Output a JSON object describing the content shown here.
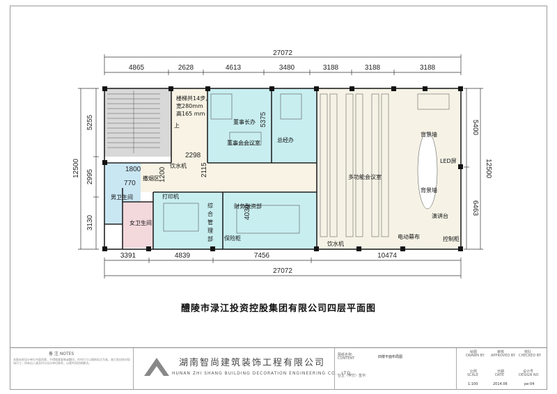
{
  "drawing": {
    "title": "醴陵市渌江投资控股集团有限公司四层平面图",
    "top_overall": "27072",
    "bottom_overall": "27072",
    "top_segments": [
      "4865",
      "2628",
      "4613",
      "3480",
      "3188",
      "3188",
      "3188"
    ],
    "bottom_segments": [
      "3391",
      "4839",
      "7456",
      "10474"
    ],
    "left_overall": "12500",
    "left_segments": [
      "5255",
      "2995",
      "3130"
    ],
    "right_overall": "12500",
    "right_segments": [
      "5400",
      "6463"
    ],
    "inner_dims": [
      "2298",
      "1800",
      "770",
      "2115",
      "1200",
      "5375",
      "4030"
    ],
    "rooms": {
      "stair_note_1": "楼梯共14步,",
      "stair_note_2": "宽280mm",
      "stair_note_3": "高165 mm",
      "stair_up": "上",
      "chairman_office": "董事长办",
      "board_meeting": "董事会会议室",
      "gm_office": "总经办",
      "multi_meeting": "多功能会议室",
      "water_1": "饮水机",
      "water_2": "饮水机",
      "bg_wall_1": "背景墙",
      "bg_wall_2": "背景墙",
      "led": "LED屏",
      "stage": "演讲台",
      "control": "控制柜",
      "screen": "电动幕布",
      "smoke": "撒烟区",
      "male_wc": "男卫生间",
      "female_wc": "女卫生间",
      "printer": "打印机",
      "admin_1": "综",
      "admin_2": "合",
      "admin_3": "管",
      "admin_4": "理",
      "admin_5": "部",
      "finance": "财务融资部",
      "safe": "保险柜"
    }
  },
  "titleblock": {
    "notes_heading": "备 注 NOTES",
    "notes_text": "本图未经设计单位书面同意，不得随意复制或翻印，任何尺寸以图纸标注为准。施工前应核对现场尺寸，如有出入请及时与设计单位联系，以便共同协商解决。",
    "company_cn": "湖南智尚建筑装饰工程有限公司",
    "company_en": "HUNAN ZHI SHANG BUILDING DECORATION ENGINEERING CO., LTD.",
    "drawing_name_label": "图纸名称:",
    "content_label": "CONTENT",
    "drawing_name": "四楼平面布局图",
    "owner_label": "业主（甲方）签字:",
    "drawn_label": "绘图",
    "drawn_en": "DRAWN BY",
    "approved_label": "审核",
    "approved_en": "APPROVED BY",
    "checked_label": "校队",
    "checked_en": "CHECKED BY",
    "scale_label": "比例",
    "scale_en": "SCALE",
    "scale": "1:100",
    "date_label": "日期",
    "date_en": "DATE",
    "date": "2014.06",
    "design_no_label": "设计号",
    "design_no_en": "DESIGN NO",
    "design_no": "pe-04"
  }
}
